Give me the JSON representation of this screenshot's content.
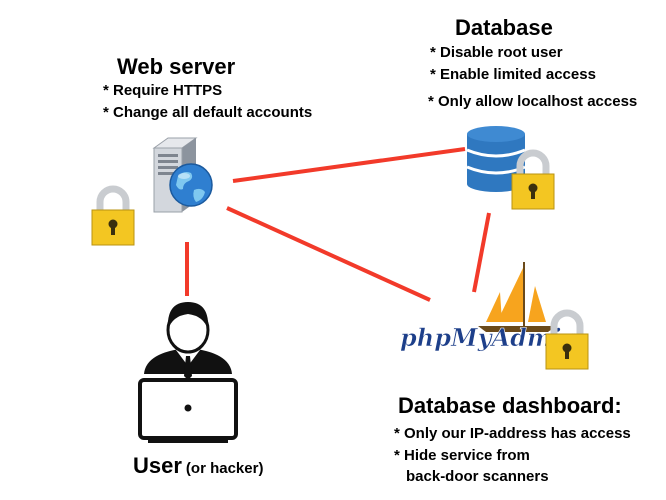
{
  "web_server": {
    "title": "Web server",
    "bullets": [
      "* Require HTTPS",
      "* Change all default accounts"
    ]
  },
  "database": {
    "title": "Database",
    "bullets": [
      "* Disable root user",
      "* Enable limited access",
      "* Only allow localhost access"
    ]
  },
  "dashboard": {
    "title": "Database dashboard:",
    "bullets": [
      "* Only our IP-address has access",
      "* Hide service from",
      "back-door scanners"
    ],
    "logo_text": "phpMyAdmin"
  },
  "user": {
    "label": "User",
    "note": "(or hacker)"
  },
  "colors": {
    "connection": "#f23a2a",
    "lock_body": "#f3c622",
    "lock_shackle": "#c9ccd0",
    "db_blue": "#2f78c0",
    "logo_blue": "#1d3f8a",
    "logo_orange": "#f7a41e"
  },
  "icons": [
    "server-icon",
    "globe-icon",
    "database-icon",
    "padlock-icon",
    "phpmyadmin-logo",
    "user-laptop-icon"
  ]
}
